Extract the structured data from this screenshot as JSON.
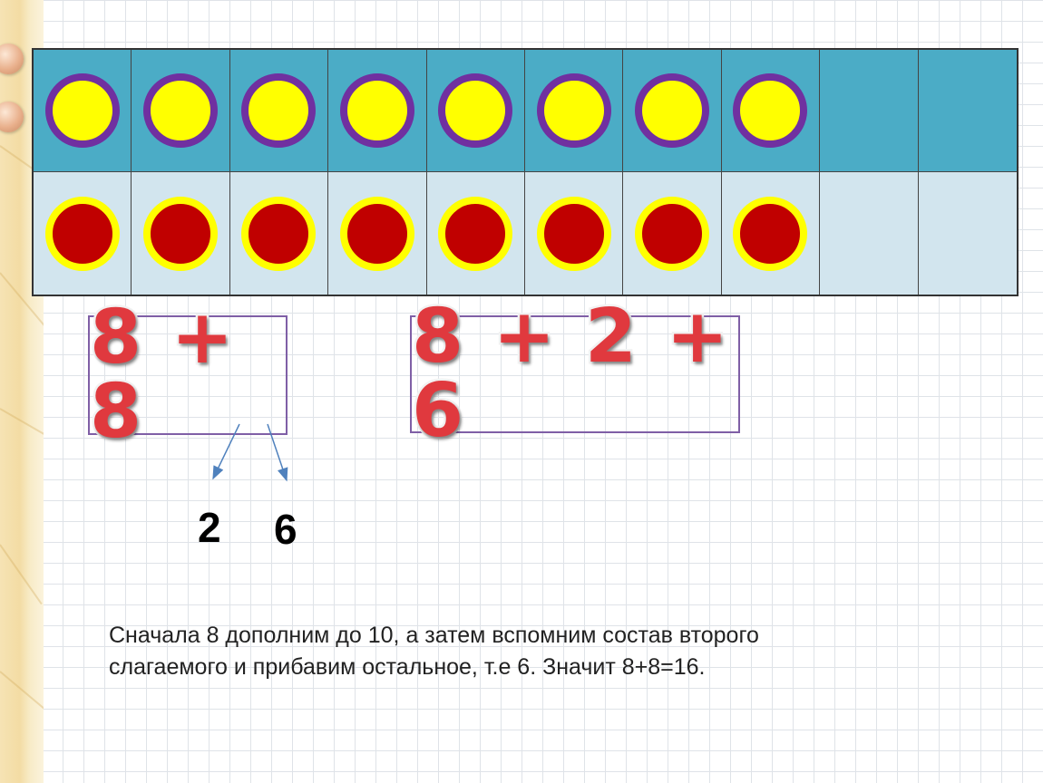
{
  "table": {
    "columns": 10,
    "top_row_counters": 8,
    "bottom_row_counters": 8
  },
  "expressions": {
    "first": "8 + 8",
    "second": "8 + 2 + 6"
  },
  "decomposition": {
    "part_a": "2",
    "part_b": "6"
  },
  "explanation": {
    "line1": "Сначала 8 дополним до 10, а затем вспомним состав второго",
    "line2": "слагаемого и прибавим остальное, т.е 6. Значит 8+8=16."
  },
  "colors": {
    "top_row_bg": "#4bacc6",
    "bottom_row_bg": "#d2e5ee",
    "yellow_counter": "#ffff00",
    "yellow_counter_ring": "#7030a0",
    "red_counter": "#c00000",
    "red_counter_ring": "#ffff00",
    "expression_text": "#e0393e",
    "box_border": "#7f5fa6",
    "arrow": "#4f81bd"
  }
}
